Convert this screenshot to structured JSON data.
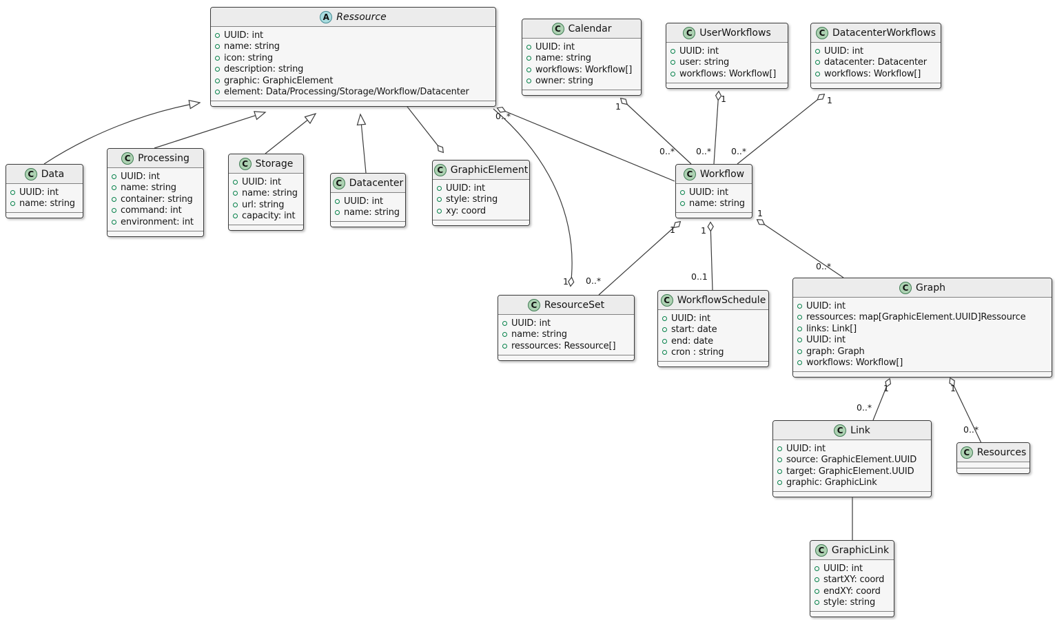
{
  "diagram": {
    "classes": [
      {
        "id": "ressource",
        "stereotype": "A",
        "name": "Ressource",
        "attributes": [
          "UUID: int",
          "name: string",
          "icon: string",
          "description: string",
          "graphic: GraphicElement",
          "element: Data/Processing/Storage/Workflow/Datacenter"
        ]
      },
      {
        "id": "calendar",
        "stereotype": "C",
        "name": "Calendar",
        "attributes": [
          "UUID: int",
          "name: string",
          "workflows: Workflow[]",
          "owner: string"
        ]
      },
      {
        "id": "userworkflows",
        "stereotype": "C",
        "name": "UserWorkflows",
        "attributes": [
          "UUID: int",
          "user: string",
          "workflows: Workflow[]"
        ]
      },
      {
        "id": "datacenterworkflows",
        "stereotype": "C",
        "name": "DatacenterWorkflows",
        "attributes": [
          "UUID: int",
          "datacenter: Datacenter",
          "workflows: Workflow[]"
        ]
      },
      {
        "id": "data",
        "stereotype": "C",
        "name": "Data",
        "attributes": [
          "UUID: int",
          "name: string"
        ]
      },
      {
        "id": "processing",
        "stereotype": "C",
        "name": "Processing",
        "attributes": [
          "UUID: int",
          "name: string",
          "container: string",
          "command: int",
          "environment: int"
        ]
      },
      {
        "id": "storage",
        "stereotype": "C",
        "name": "Storage",
        "attributes": [
          "UUID: int",
          "name: string",
          "url: string",
          "capacity: int"
        ]
      },
      {
        "id": "datacenter",
        "stereotype": "C",
        "name": "Datacenter",
        "attributes": [
          "UUID: int",
          "name: string"
        ]
      },
      {
        "id": "graphicelement",
        "stereotype": "C",
        "name": "GraphicElement",
        "attributes": [
          "UUID: int",
          "style: string",
          "xy: coord"
        ]
      },
      {
        "id": "workflow",
        "stereotype": "C",
        "name": "Workflow",
        "attributes": [
          "UUID: int",
          "name: string"
        ]
      },
      {
        "id": "resourceset",
        "stereotype": "C",
        "name": "ResourceSet",
        "attributes": [
          "UUID: int",
          "name: string",
          "ressources: Ressource[]"
        ]
      },
      {
        "id": "workflowschedule",
        "stereotype": "C",
        "name": "WorkflowSchedule",
        "attributes": [
          "UUID: int",
          "start: date",
          "end: date",
          "cron : string"
        ]
      },
      {
        "id": "graph",
        "stereotype": "C",
        "name": "Graph",
        "attributes": [
          "UUID: int",
          "ressources: map[GraphicElement.UUID]Ressource",
          "links: Link[]",
          "UUID: int",
          "graph: Graph",
          "workflows: Workflow[]"
        ]
      },
      {
        "id": "link",
        "stereotype": "C",
        "name": "Link",
        "attributes": [
          "UUID: int",
          "source: GraphicElement.UUID",
          "target: GraphicElement.UUID",
          "graphic: GraphicLink"
        ]
      },
      {
        "id": "resources",
        "stereotype": "C",
        "name": "Resources",
        "attributes": []
      },
      {
        "id": "graphiclink",
        "stereotype": "C",
        "name": "GraphicLink",
        "attributes": [
          "UUID: int",
          "startXY: coord",
          "endXY: coord",
          "style: string"
        ]
      }
    ],
    "labels": {
      "ressource_aggregate": "0..*",
      "calendar_one": "1",
      "calendar_workflows": "0..*",
      "userworkflows_one": "1",
      "userworkflows_workflows": "0..*",
      "datacenterworkflows_one": "1",
      "datacenterworkflows_workflows": "0..*",
      "workflow_resourceset_one": "1",
      "workflow_resourceset_many": "0..*",
      "resourceset_one": "1",
      "workflow_schedule_one": "1",
      "workflow_schedule_01": "0..1",
      "workflow_graph_one": "1",
      "workflow_graph_many": "0..*",
      "graph_link_one": "1",
      "graph_link_many": "0..*",
      "graph_resources_one": "1",
      "graph_resources_many": "0..*"
    },
    "colors": {
      "class_icon_fill": "#ADD1B2",
      "abstract_icon_fill": "#A9DCDF",
      "visibility_circle": "#038048",
      "box_header": "#ECECEC",
      "box_body": "#F6F6F6",
      "border": "#383838"
    }
  }
}
